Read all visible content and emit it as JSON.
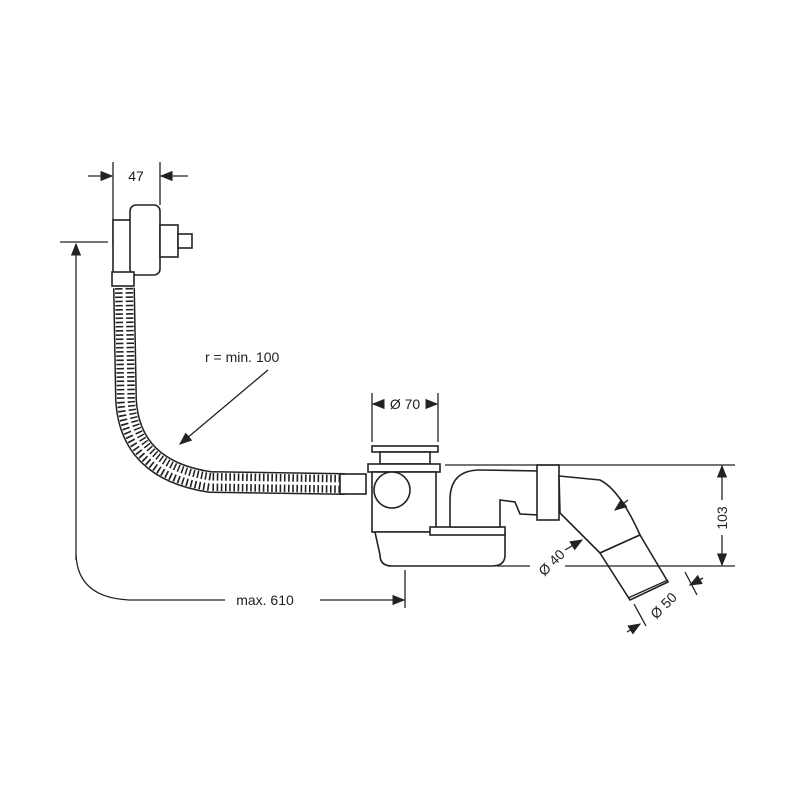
{
  "drawing": {
    "dimensions": {
      "width_47": "47",
      "radius": "r = min. 100",
      "diameter_70": "Ø 70",
      "height_103": "103",
      "diameter_40": "Ø 40",
      "diameter_50": "Ø 50",
      "length_max": "max. 610"
    },
    "colors": {
      "line": "#222222",
      "background": "#ffffff"
    }
  }
}
